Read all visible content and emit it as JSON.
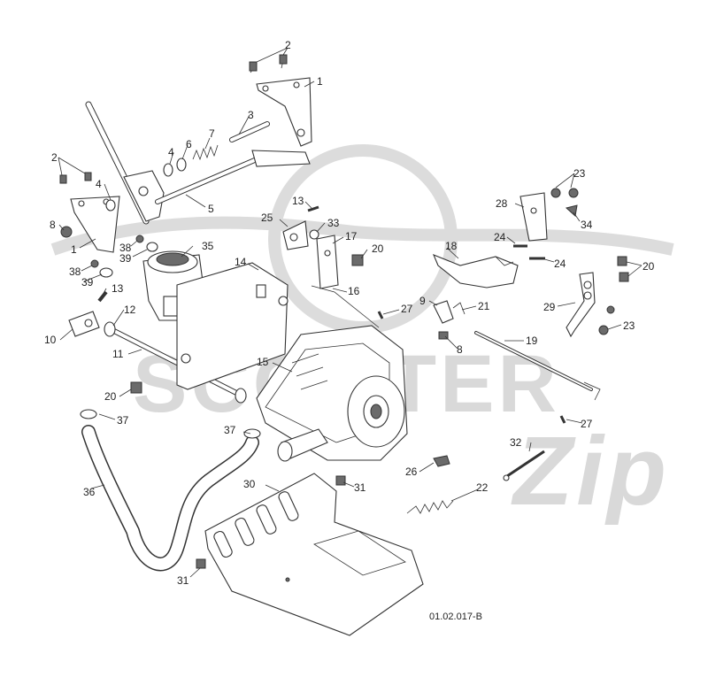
{
  "watermark": {
    "brand": "SCOOTER",
    "script": "Zip"
  },
  "diagram_code": "01.02.017-B",
  "labels": {
    "p1a": "1",
    "p1b": "1",
    "p2a": "2",
    "p2b": "2",
    "p3": "3",
    "p4a": "4",
    "p4b": "4",
    "p5": "5",
    "p6": "6",
    "p7": "7",
    "p8a": "8",
    "p8b": "8",
    "p9": "9",
    "p10": "10",
    "p11": "11",
    "p12": "12",
    "p13a": "13",
    "p13b": "13",
    "p14": "14",
    "p15": "15",
    "p16": "16",
    "p17": "17",
    "p18": "18",
    "p19": "19",
    "p20a": "20",
    "p20b": "20",
    "p20c": "20",
    "p21": "21",
    "p22": "22",
    "p23a": "23",
    "p23b": "23",
    "p24a": "24",
    "p24b": "24",
    "p25": "25",
    "p26": "26",
    "p27a": "27",
    "p27b": "27",
    "p28": "28",
    "p29": "29",
    "p30": "30",
    "p31a": "31",
    "p31b": "31",
    "p32": "32",
    "p33": "33",
    "p34": "34",
    "p35": "35",
    "p36": "36",
    "p37a": "37",
    "p37b": "37",
    "p38a": "38",
    "p38b": "38",
    "p39a": "39",
    "p39b": "39"
  }
}
